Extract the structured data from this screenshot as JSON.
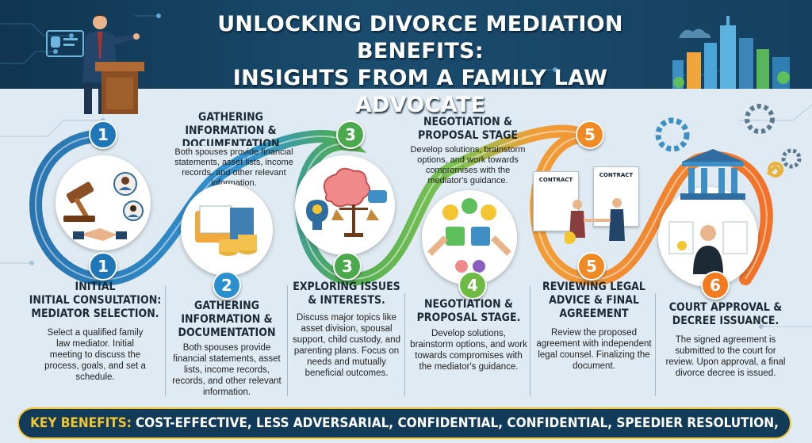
{
  "title_line1": "UNLOCKING DIVORCE MEDIATION BENEFITS:",
  "title_line2": "INSIGHTS FROM A FAMILY LAW ADVOCATE",
  "colors": {
    "step1": "#1f77b8",
    "step2": "#2a8fcf",
    "step3": "#49a94b",
    "step4": "#6dbb45",
    "step5": "#f08a24",
    "step6": "#f47a20",
    "header_bg": "#123b5a",
    "accent_gold": "#f2c531"
  },
  "top_callouts": [
    {
      "heading": "GATHERING\nINFORMATION &\nDOCUMENTATION",
      "body": "Both spouses provide financial statements, asset lists, income records, and other relevant information."
    },
    {
      "heading": "NEGOTIATION &\nPROPOSAL STAGE",
      "body": "Develop solutions, brainstorm options, and work towards compromises with the mediator's guidance."
    }
  ],
  "upper_badges": [
    "1",
    "3",
    "5"
  ],
  "mid_badges": [
    "1",
    "2",
    "3",
    "4",
    "5",
    "6"
  ],
  "contract_labels": [
    "CONTRACT",
    "CONTRACT"
  ],
  "steps": [
    {
      "heading": "INITIAL\nINITIAL CONSULTATION:\nMEDIATOR SELECTION.",
      "body": "Select a qualified family law mediator. Initial meeting to discuss the process, goals, and set a schedule."
    },
    {
      "heading": "GATHERING\nINFORMATION &\nDOCUMENTATION",
      "body": "Both spouses provide financial statements, asset lists, income records, records, and other relevant information."
    },
    {
      "heading": "EXPLORING ISSUES\n& INTERESTS.",
      "body": "Discuss major topics like asset division, spousal support, child custody, and parenting plans. Focus on needs and mutually beneficial outcomes."
    },
    {
      "heading": "NEGOTIATION &\nPROPOSAL STAGE.",
      "body": "Develop solutions, brainstorm options, and work towards compromises with the mediator's guidance."
    },
    {
      "heading": "REVIEWING LEGAL\nADVICE & FINAL\nAGREEMENT",
      "body": "Review the proposed agreement with independent legal counsel. Finalizing the document."
    },
    {
      "heading": "COURT APPROVAL &\nDECREE ISSUANCE.",
      "body": "The signed agreement is submitted to the court for review. Upon approval, a final divorce decree is issued."
    }
  ],
  "footer": {
    "label": "KEY BENEFITS:",
    "items": "COST-EFFECTIVE, LESS ADVERSARIAL, CONFIDENTIAL, CONFIDENTIAL, SPEEDIER RESOLUTION, MUTUAL DECISIONS"
  }
}
